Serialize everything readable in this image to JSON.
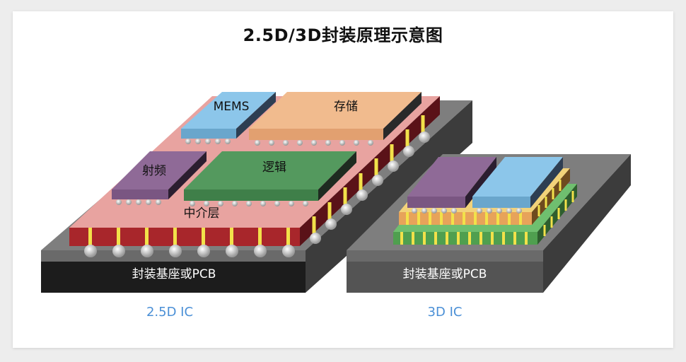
{
  "title": "2.5D/3D封装原理示意图",
  "diagram_25d": {
    "chips": {
      "mems": "MEMS",
      "memory": "存储",
      "rf": "射频",
      "logic": "逻辑",
      "interposer": "中介层"
    },
    "substrate": "封装基座或PCB",
    "caption": "2.5D IC"
  },
  "diagram_3d": {
    "substrate": "封装基座或PCB",
    "caption": "3D IC"
  },
  "colors": {
    "substrate_front": "#1c1c1c",
    "substrate_top": "#7e7e7e",
    "interposer_top": "#e8a3a0",
    "interposer_front": "#a8262b",
    "mems": "#8cc6ea",
    "memory": "#f1bb8e",
    "rf": "#8f6a97",
    "logic": "#54995e",
    "caption": "#4a8fd6"
  }
}
